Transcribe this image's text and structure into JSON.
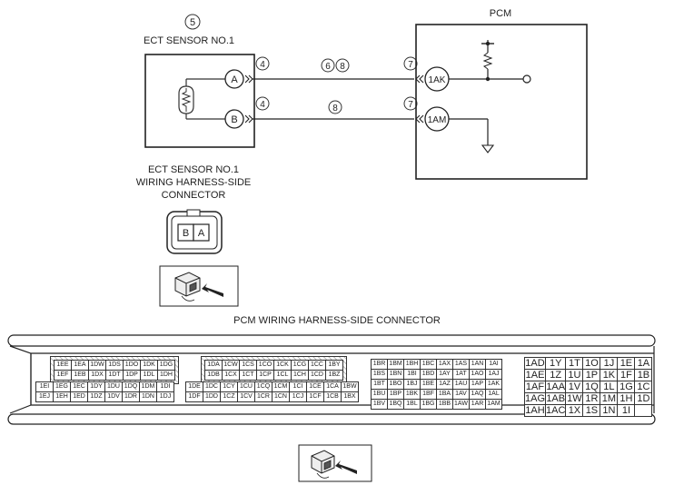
{
  "schematic": {
    "sensor_circle_no": "5",
    "sensor_title": "ECT SENSOR NO.1",
    "pcm_title": "PCM",
    "pin_a": "A",
    "pin_b": "B",
    "wire_top_no_left": "4",
    "wire_bot_no_left": "4",
    "wire_top_mid_1": "6",
    "wire_top_mid_2": "8",
    "wire_bot_mid": "8",
    "wire_top_no_right": "7",
    "wire_bot_no_right": "7",
    "pcm_term_top": "1AK",
    "pcm_term_bot": "1AM",
    "harness_caption_lines": [
      "ECT SENSOR NO.1",
      "WIRING HARNESS-SIDE",
      "CONNECTOR"
    ],
    "conn_pin_b": "B",
    "conn_pin_a": "A"
  },
  "pcm_connector": {
    "title": "PCM WIRING HARNESS-SIDE CONNECTOR",
    "block1": [
      [
        "1EE",
        "1EA",
        "1DW",
        "1DS",
        "1DO",
        "1DK",
        "1DG"
      ],
      [
        "1EF",
        "1EB",
        "1DX",
        "1DT",
        "1DP",
        "1DL",
        "1DH"
      ]
    ],
    "block2": [
      [
        "1DA",
        "1CW",
        "1CS",
        "1CO",
        "1CK",
        "1CG",
        "1CC",
        "1BY"
      ],
      [
        "1DB",
        "1CX",
        "1CT",
        "1CP",
        "1CL",
        "1CH",
        "1CD",
        "1BZ"
      ]
    ],
    "block3": [
      [
        "1EI",
        "1EG",
        "1EC",
        "1DY",
        "1DU",
        "1DQ",
        "1DM",
        "1DI"
      ],
      [
        "1EJ",
        "1EH",
        "1ED",
        "1DZ",
        "1DV",
        "1DR",
        "1DN",
        "1DJ"
      ]
    ],
    "block4": [
      [
        "1DE",
        "1DC",
        "1CY",
        "1CU",
        "1CQ",
        "1CM",
        "1CI",
        "1CE",
        "1CA",
        "1BW"
      ],
      [
        "1DF",
        "1DD",
        "1CZ",
        "1CV",
        "1CR",
        "1CN",
        "1CJ",
        "1CF",
        "1CB",
        "1BX"
      ]
    ],
    "block5": [
      [
        "1BR",
        "1BM",
        "1BH",
        "1BC",
        "1AX",
        "1AS",
        "1AN",
        "1AI"
      ],
      [
        "1BS",
        "1BN",
        "1BI",
        "1BD",
        "1AY",
        "1AT",
        "1AO",
        "1AJ"
      ],
      [
        "1BT",
        "1BO",
        "1BJ",
        "1BE",
        "1AZ",
        "1AU",
        "1AP",
        "1AK"
      ],
      [
        "1BU",
        "1BP",
        "1BK",
        "1BF",
        "1BA",
        "1AV",
        "1AQ",
        "1AL"
      ],
      [
        "1BV",
        "1BQ",
        "1BL",
        "1BG",
        "1BB",
        "1AW",
        "1AR",
        "1AM"
      ]
    ],
    "block6": [
      [
        "1AD",
        "1Y",
        "1T",
        "1O",
        "1J",
        "1E",
        "1A"
      ],
      [
        "1AE",
        "1Z",
        "1U",
        "1P",
        "1K",
        "1F",
        "1B"
      ],
      [
        "1AF",
        "1AA",
        "1V",
        "1Q",
        "1L",
        "1G",
        "1C"
      ],
      [
        "1AG",
        "1AB",
        "1W",
        "1R",
        "1M",
        "1H",
        "1D"
      ],
      [
        "1AH",
        "1AC",
        "1X",
        "1S",
        "1N",
        "1I",
        ""
      ]
    ]
  }
}
